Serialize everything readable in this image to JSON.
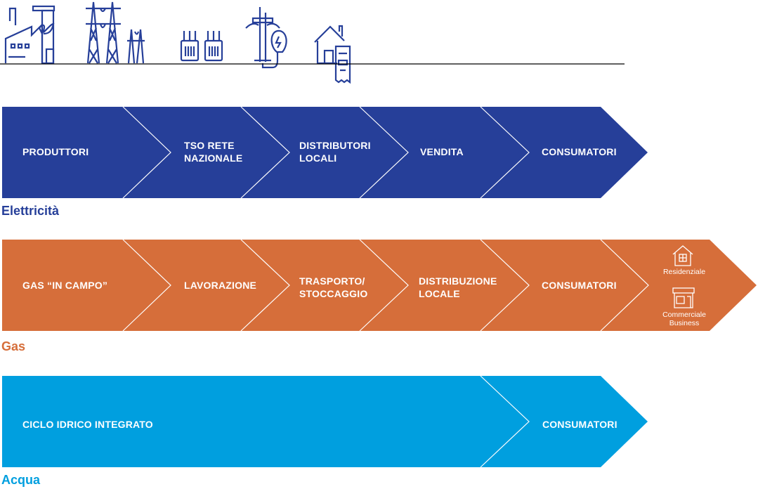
{
  "colors": {
    "electricity": "#263f99",
    "gas": "#d66e3a",
    "water": "#009fdf"
  },
  "icons": [
    "factory-icon",
    "power-tower-icon",
    "transformer-icon",
    "utility-pole-bulb-icon",
    "house-bill-icon"
  ],
  "electricity": {
    "title": "Elettricità",
    "steps": [
      "PRODUTTORI",
      "TSO RETE\nNAZIONALE",
      "DISTRIBUTORI\nLOCALI",
      "VENDITA",
      "CONSUMATORI"
    ]
  },
  "gas": {
    "title": "Gas",
    "steps": [
      "GAS “IN CAMPO”",
      "LAVORAZIONE",
      "TRASPORTO/\nSTOCCAGGIO",
      "DISTRIBUZIONE\nLOCALE",
      "CONSUMATORI"
    ],
    "consumer_types": [
      "Residenziale",
      "Commerciale\nBusiness"
    ]
  },
  "water": {
    "title": "Acqua",
    "steps": [
      "CICLO IDRICO INTEGRATO",
      "CONSUMATORI"
    ]
  }
}
